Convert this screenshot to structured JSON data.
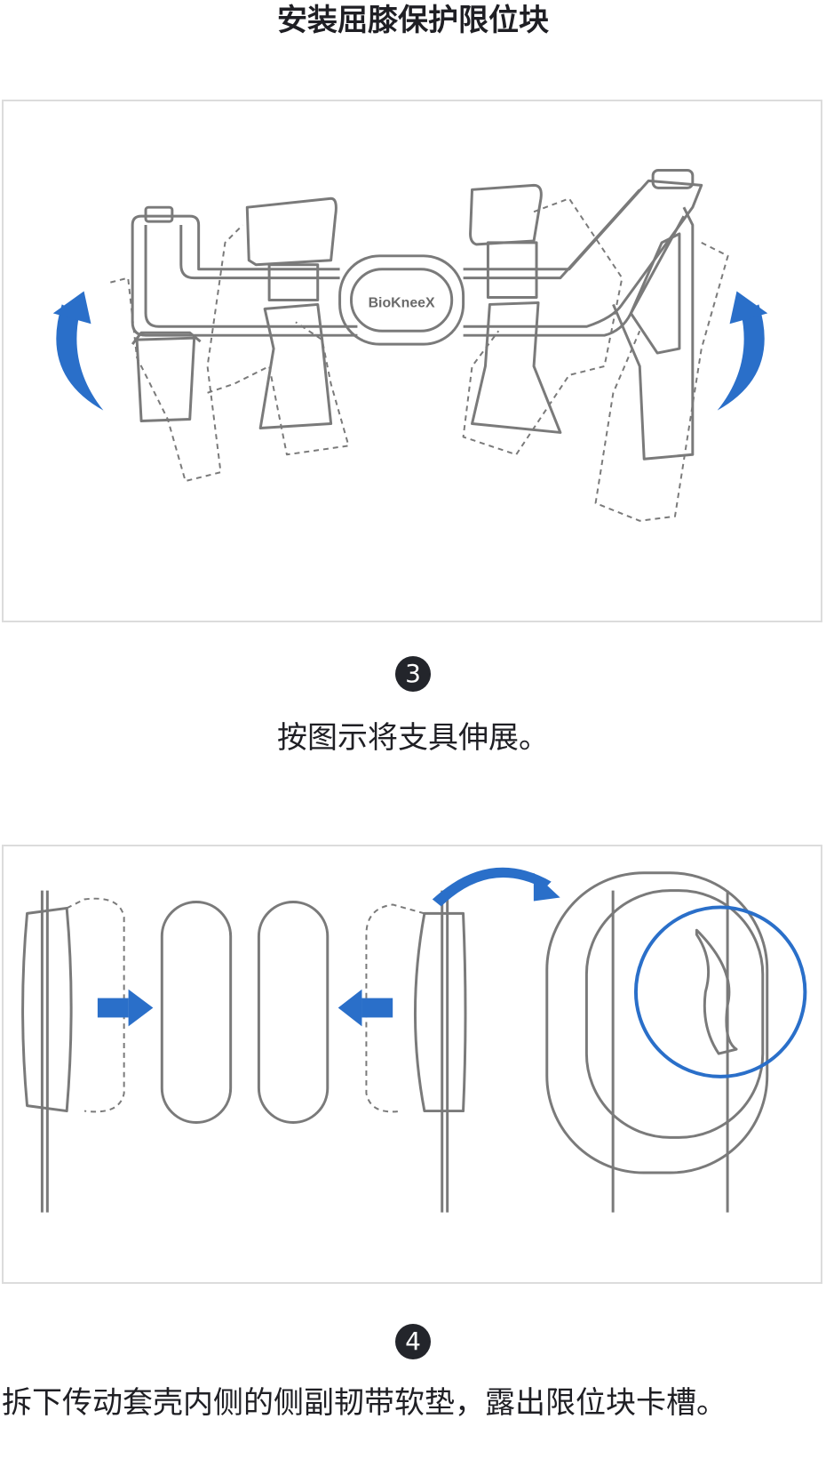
{
  "title": "安装屈膝保护限位块",
  "step3": {
    "number": "3",
    "caption": "按图示将支具伸展。",
    "brand_logo": "BioKneeX"
  },
  "step4": {
    "number": "4",
    "caption": "拆下传动套壳内侧的侧副韧带软垫，露出限位块卡槽。"
  },
  "colors": {
    "accent": "#2a6fc9",
    "line": "#7a7a7a",
    "badge": "#23252b"
  }
}
